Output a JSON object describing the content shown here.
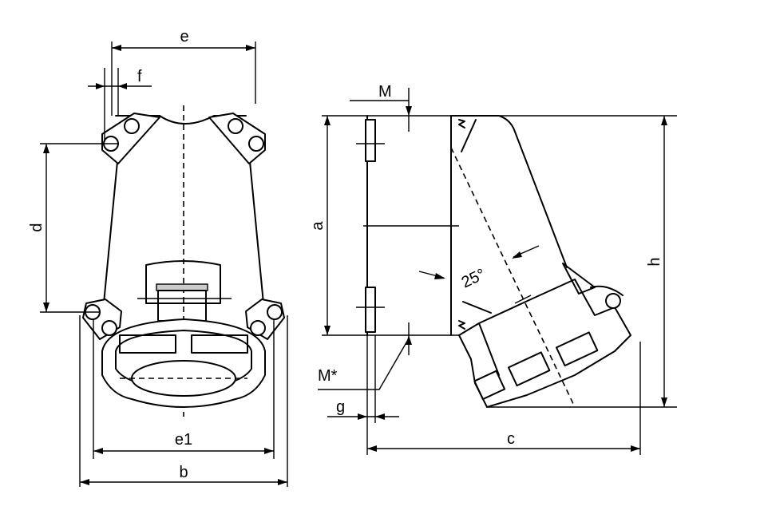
{
  "dimensions": {
    "e": "e",
    "f": "f",
    "d": "d",
    "e1": "e1",
    "b": "b",
    "M": "M",
    "a": "a",
    "angle": "25°",
    "h": "h",
    "M_star": "M*",
    "g": "g",
    "c": "c"
  },
  "colors": {
    "line": "#000000",
    "background": "#ffffff",
    "window": "#cccccc"
  }
}
